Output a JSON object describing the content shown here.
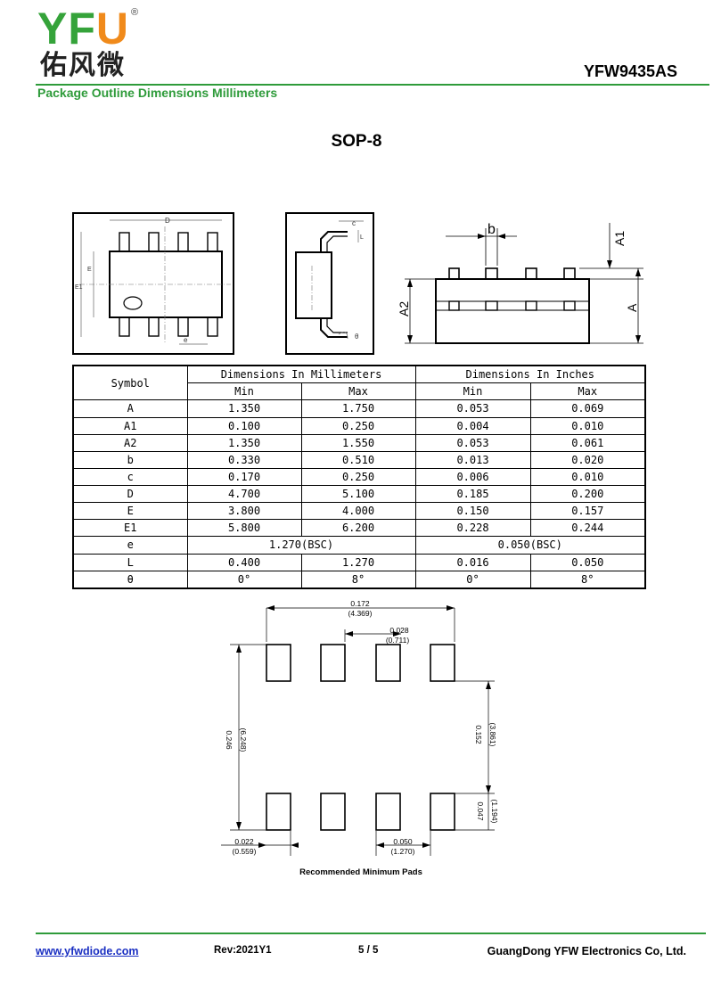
{
  "header": {
    "logo_left": "YF",
    "logo_right": "U",
    "registered": "®",
    "logo_chinese": "佑风微",
    "part_number": "YFW9435AS",
    "section_title": "Package Outline Dimensions Millimeters"
  },
  "package_name": "SOP-8",
  "drawing_labels": {
    "top_d": "D",
    "top_e": "E",
    "top_e1": "E1",
    "top_pitch": "e",
    "side_c": "c",
    "side_l": "L",
    "side_theta": "θ",
    "front_b": "b",
    "front_a1": "A1",
    "front_a2": "A2",
    "front_a": "A"
  },
  "table": {
    "symbol_header": "Symbol",
    "mm_header": "Dimensions In Millimeters",
    "inch_header": "Dimensions In Inches",
    "min_label": "Min",
    "max_label": "Max",
    "rows": [
      {
        "symbol": "A",
        "mm_min": "1.350",
        "mm_max": "1.750",
        "in_min": "0.053",
        "in_max": "0.069"
      },
      {
        "symbol": "A1",
        "mm_min": "0.100",
        "mm_max": "0.250",
        "in_min": "0.004",
        "in_max": "0.010"
      },
      {
        "symbol": "A2",
        "mm_min": "1.350",
        "mm_max": "1.550",
        "in_min": "0.053",
        "in_max": "0.061"
      },
      {
        "symbol": "b",
        "mm_min": "0.330",
        "mm_max": "0.510",
        "in_min": "0.013",
        "in_max": "0.020"
      },
      {
        "symbol": "c",
        "mm_min": "0.170",
        "mm_max": "0.250",
        "in_min": "0.006",
        "in_max": "0.010"
      },
      {
        "symbol": "D",
        "mm_min": "4.700",
        "mm_max": "5.100",
        "in_min": "0.185",
        "in_max": "0.200"
      },
      {
        "symbol": "E",
        "mm_min": "3.800",
        "mm_max": "4.000",
        "in_min": "0.150",
        "in_max": "0.157"
      },
      {
        "symbol": "E1",
        "mm_min": "5.800",
        "mm_max": "6.200",
        "in_min": "0.228",
        "in_max": "0.244"
      },
      {
        "symbol": "e",
        "mm_bsc": "1.270(BSC)",
        "in_bsc": "0.050(BSC)"
      },
      {
        "symbol": "L",
        "mm_min": "0.400",
        "mm_max": "1.270",
        "in_min": "0.016",
        "in_max": "0.050"
      },
      {
        "symbol": "θ",
        "mm_min": "0°",
        "mm_max": "8°",
        "in_min": "0°",
        "in_max": "8°"
      }
    ]
  },
  "pads": {
    "overall_in": "0.172",
    "overall_mm": "(4.369)",
    "gap_in": "0.028",
    "gap_mm": "(0.711)",
    "height_in": "0.246",
    "height_mm": "(6.248)",
    "inner_in": "0.152",
    "inner_mm": "(3.861)",
    "pad_len_in": "0.047",
    "pad_len_mm": "(1.194)",
    "pad_w_in": "0.022",
    "pad_w_mm": "(0.559)",
    "pitch_in": "0.050",
    "pitch_mm": "(1.270)",
    "caption": "Recommended Minimum Pads"
  },
  "footer": {
    "website": "www.yfwdiode.com",
    "revision": "Rev:2021Y1",
    "page": "5 / 5",
    "company": "GuangDong YFW Electronics Co, Ltd."
  }
}
